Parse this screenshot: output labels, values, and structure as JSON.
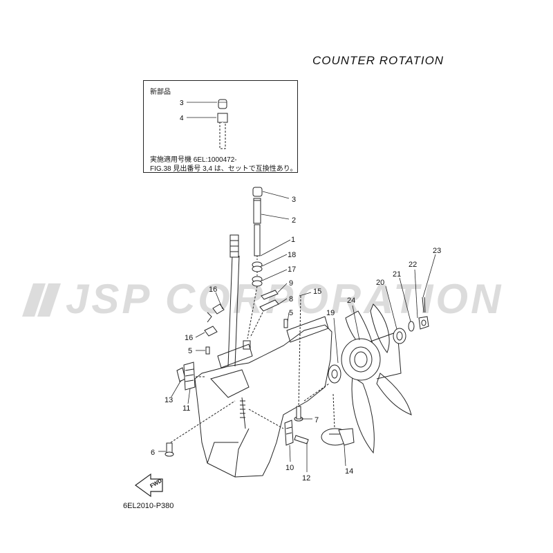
{
  "header": {
    "title": "COUNTER  ROTATION"
  },
  "watermark": {
    "text": "JSP CORPORATION",
    "color": "#dcdcdc"
  },
  "inset": {
    "heading": "新部品",
    "note_line1": "実施適用号機 6EL:1000472-",
    "note_line2": "FIG.38 見出番号 3,4 は、セットで互換性あり。",
    "callouts": [
      "3",
      "4"
    ]
  },
  "footer": {
    "drawing_code": "6EL2010-P380",
    "fwd_label": "FWD"
  },
  "callouts": [
    "3",
    "2",
    "1",
    "18",
    "17",
    "9",
    "8",
    "15",
    "5",
    "16",
    "16",
    "5",
    "19",
    "24",
    "20",
    "21",
    "22",
    "23",
    "13",
    "11",
    "7",
    "6",
    "10",
    "12",
    "14"
  ],
  "colors": {
    "line": "#222222",
    "watermark": "#dcdcdc"
  }
}
